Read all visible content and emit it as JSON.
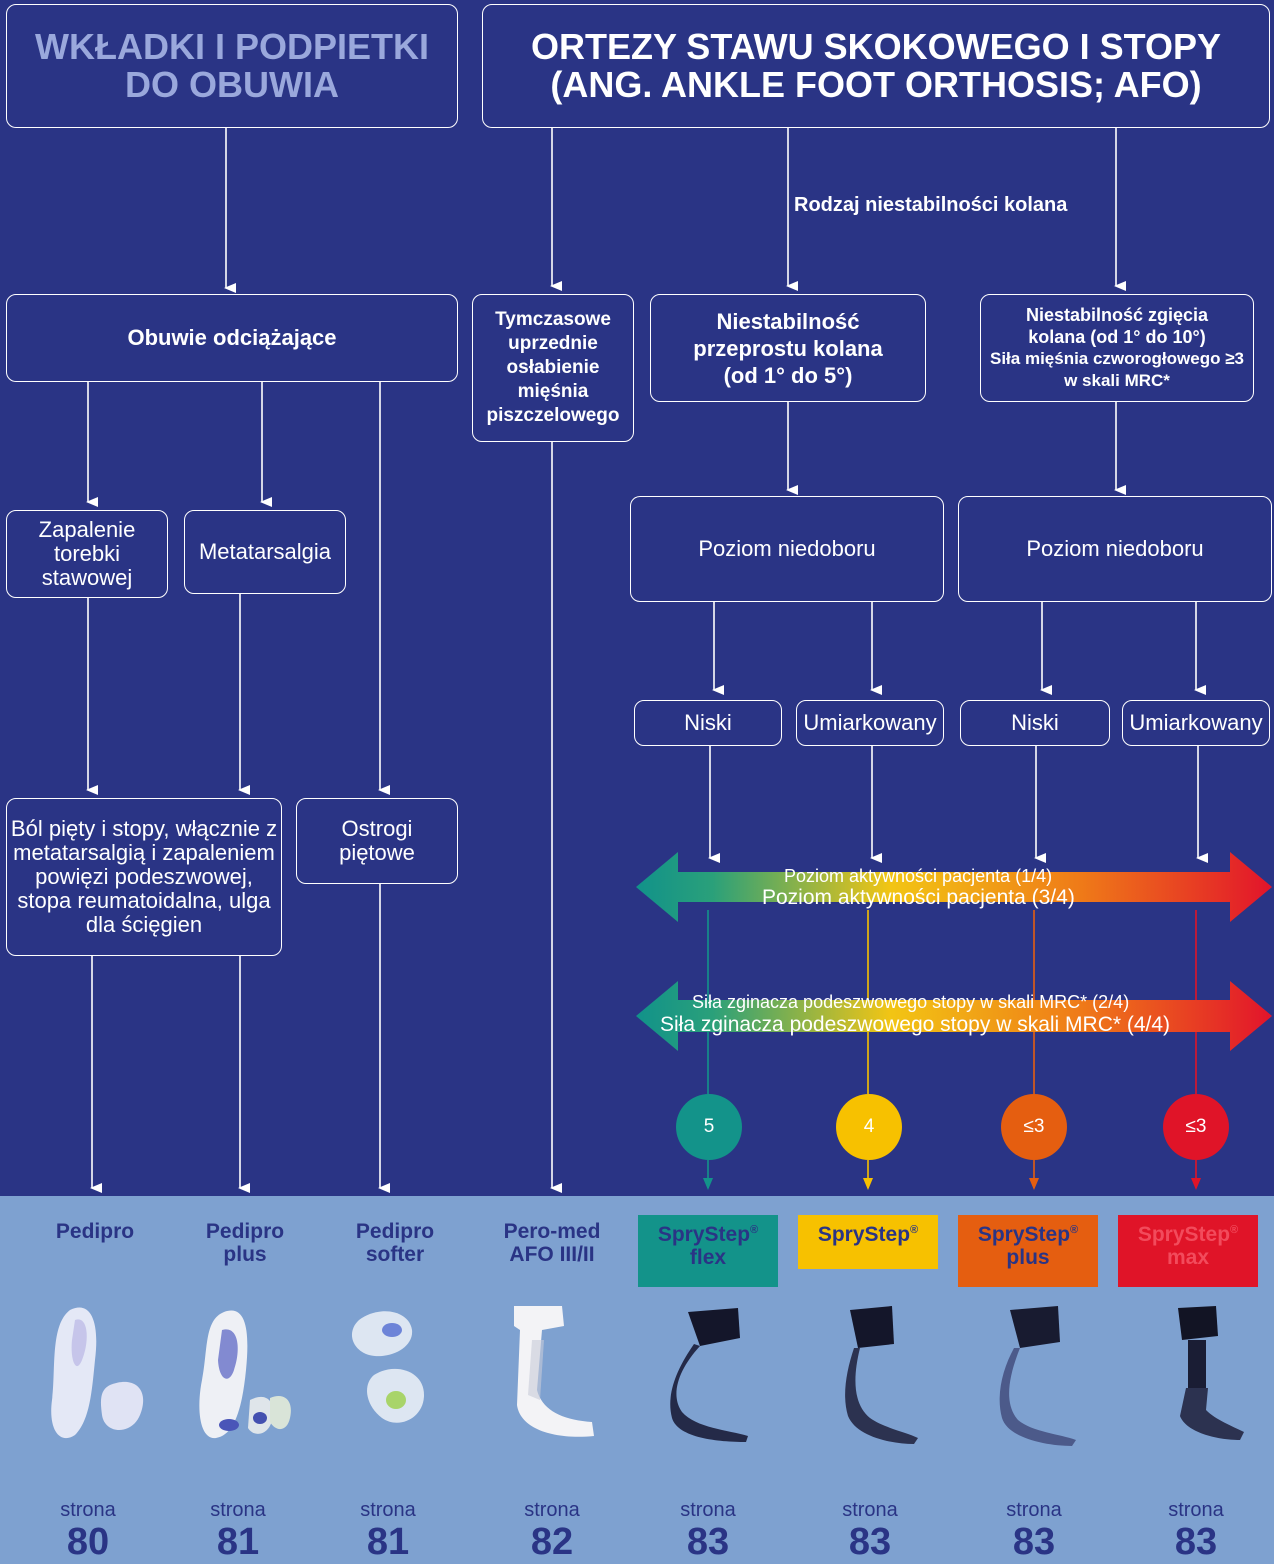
{
  "headers": {
    "left": "WKŁADKI I PODPIETKI DO OBUWIA",
    "right_line1": "ORTEZY STAWU SKOKOWEGO I STOPY",
    "right_line2": "(ANG. ANKLE FOOT ORTHOSIS; AFO)"
  },
  "labels": {
    "knee_instability_type": "Rodzaj niestabilności kolana"
  },
  "boxes": {
    "relief_shoes": "Obuwie odciążające",
    "tibialis": "Tymczasowe uprzednie osłabienie mięśnia piszczelowego",
    "hyperextension": "Niestabilność przeprostu kolana (od 1° do 5°)",
    "flexion_line1": "Niestabilność zgięcia kolana (od 1° do 10°)",
    "flexion_line2": "Siła mięśnia czworogłowego ≥3 w skali MRC*",
    "bursitis": "Zapalenie torebki stawowej",
    "metatarsalgia": "Metatarsalgia",
    "deficit_level_1": "Poziom niedoboru",
    "deficit_level_2": "Poziom niedoboru",
    "low_1": "Niski",
    "moderate_1": "Umiarkowany",
    "low_2": "Niski",
    "moderate_2": "Umiarkowany",
    "heel_pain": "Ból pięty i stopy, włącznie z metatarsalgią i zapaleniem powięzi podeszwowej, stopa reumatoidalna, ulga dla ścięgien",
    "heel_spurs": "Ostrogi piętowe"
  },
  "arrows": {
    "activity_small": "Poziom aktywności pacjenta (1/4)",
    "activity_large": "Poziom aktywności pacjenta (3/4)",
    "plantar_small": "Siła zginacza podeszwowego stopy w skali MRC* (2/4)",
    "plantar_large": "Siła zginacza podeszwowego stopy w skali MRC* (4/4)"
  },
  "circles": [
    {
      "value": "5",
      "color": "#13938a"
    },
    {
      "value": "4",
      "color": "#f7c100"
    },
    {
      "value": "≤3",
      "color": "#e55e10"
    },
    {
      "value": "≤3",
      "color": "#e01428"
    }
  ],
  "products": [
    {
      "name": "Pedipro",
      "name2": "",
      "page_label": "strona",
      "page": "80"
    },
    {
      "name": "Pedipro",
      "name2": "plus",
      "page_label": "strona",
      "page": "81"
    },
    {
      "name": "Pedipro",
      "name2": "softer",
      "page_label": "strona",
      "page": "81"
    },
    {
      "name": "Pero-med",
      "name2": "AFO III/II",
      "page_label": "strona",
      "page": "82"
    },
    {
      "name": "SpryStep",
      "reg": "®",
      "name2": "flex",
      "page_label": "strona",
      "page": "83",
      "bg": "#13938a",
      "fg": "#2a3485"
    },
    {
      "name": "SpryStep",
      "reg": "®",
      "name2": "",
      "page_label": "strona",
      "page": "83",
      "bg": "#f7c100",
      "fg": "#2a3485"
    },
    {
      "name": "SpryStep",
      "reg": "®",
      "name2": "plus",
      "page_label": "strona",
      "page": "83",
      "bg": "#e55e10",
      "fg": "#2a3485"
    },
    {
      "name": "SpryStep",
      "reg": "®",
      "name2": "max",
      "page_label": "strona",
      "page": "83",
      "bg": "#e01428",
      "fg": "#f24b5c"
    }
  ],
  "colors": {
    "background": "#2a3485",
    "panel": "#7ea1d0",
    "teal": "#13938a",
    "yellow": "#f7c100",
    "orange": "#e55e10",
    "red": "#e01428"
  }
}
